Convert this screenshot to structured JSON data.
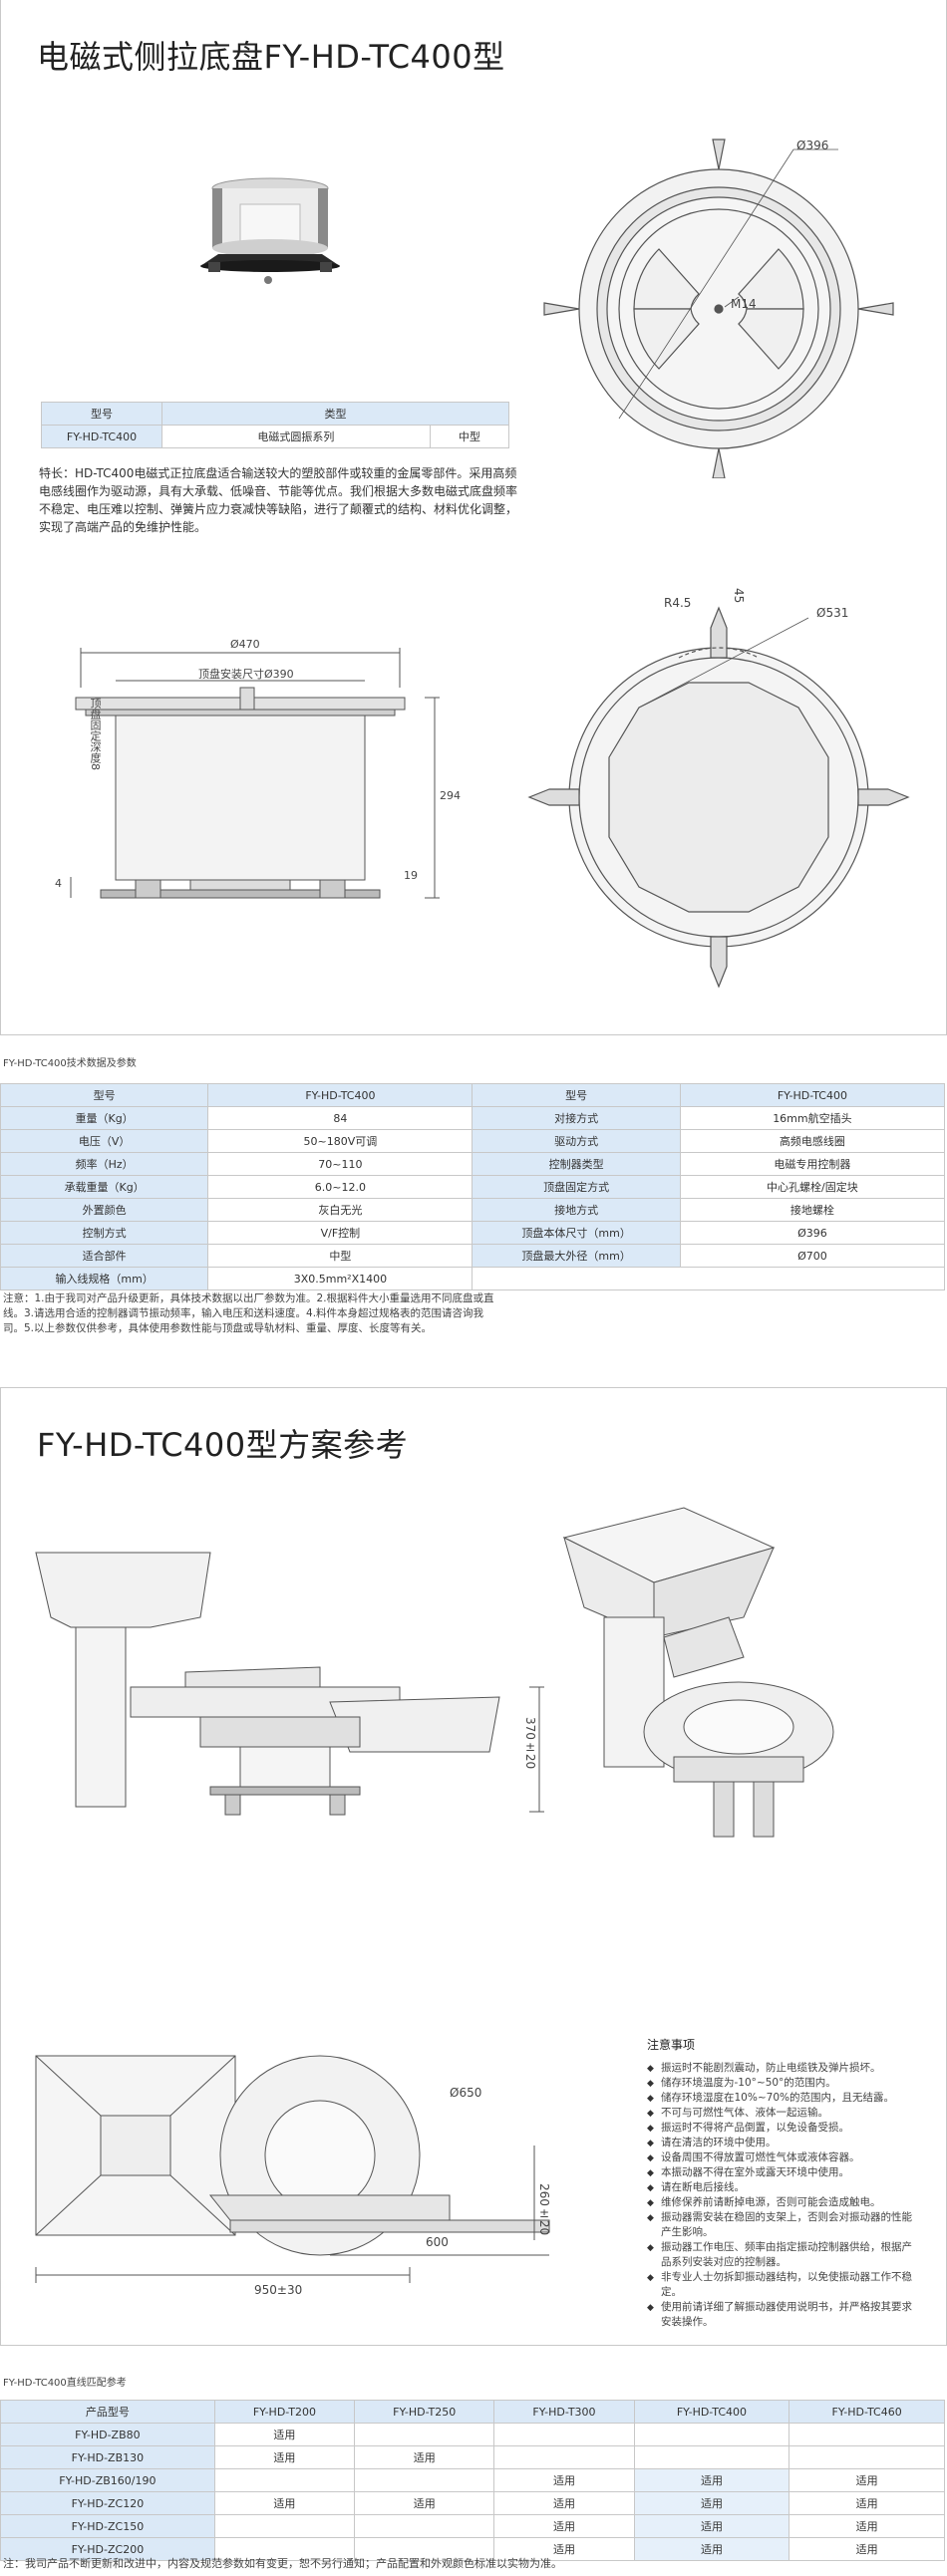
{
  "section1": {
    "title": "电磁式侧拉底盘FY-HD-TC400型",
    "type_table": {
      "headers": [
        "型号",
        "类型"
      ],
      "row": [
        "FY-HD-TC400",
        "电磁式圆振系列",
        "中型"
      ]
    },
    "features": "特长：HD-TC400电磁式正拉底盘适合输送较大的塑胶部件或较重的金属零部件。采用高频电感线圈作为驱动源，具有大承载、低噪音、节能等优点。我们根据大多数电磁式底盘频率不稳定、电压难以控制、弹簧片应力衰减快等缺陷，进行了颠覆式的结构、材料优化调整，实现了高端产品的免维护性能。",
    "dims": {
      "d396": "Ø396",
      "m14": "M14",
      "r45": "R4.5",
      "d45": "45",
      "d531": "Ø531",
      "d470": "Ø470",
      "top_mount": "顶盘安装尺寸Ø390",
      "d294": "294",
      "d19": "19",
      "d4": "4",
      "depth": "顶盘固定深度8"
    }
  },
  "spec": {
    "caption": "FY-HD-TC400技术数据及参数",
    "rows": [
      [
        "型号",
        "FY-HD-TC400",
        "型号",
        "FY-HD-TC400"
      ],
      [
        "重量（Kg）",
        "84",
        "对接方式",
        "16mm航空插头"
      ],
      [
        "电压（V）",
        "50~180V可调",
        "驱动方式",
        "高频电感线圈"
      ],
      [
        "频率（Hz）",
        "70~110",
        "控制器类型",
        "电磁专用控制器"
      ],
      [
        "承载重量（Kg）",
        "6.0~12.0",
        "顶盘固定方式",
        "中心孔螺栓/固定块"
      ],
      [
        "外置颜色",
        "灰白无光",
        "接地方式",
        "接地螺栓"
      ],
      [
        "控制方式",
        "V/F控制",
        "顶盘本体尺寸（mm）",
        "Ø396"
      ],
      [
        "适合部件",
        "中型",
        "顶盘最大外径（mm）",
        "Ø700"
      ],
      [
        "输入线规格（mm）",
        "3X0.5mm²X1400",
        "",
        ""
      ]
    ],
    "note": "注意：1.由于我司对产品升级更新，具体技术数据以出厂参数为准。2.根据料件大小重量选用不同底盘或直线。3.请选用合适的控制器调节振动频率，输入电压和送料速度。4.料件本身超过规格表的范围请咨询我司。5.以上参数仅供参考，具体使用参数性能与顶盘或导轨材料、重量、厚度、长度等有关。"
  },
  "section2": {
    "title": "FY-HD-TC400型方案参考",
    "dims": {
      "h370": "370±20",
      "h260": "260±20",
      "d650": "Ø650",
      "w600": "600",
      "w950": "950±30"
    },
    "notes_title": "注意事项",
    "notes": [
      "振运时不能剧烈震动，防止电缆铁及弹片损坏。",
      "储存环境温度为-10°~50°的范围内。",
      "储存环境湿度在10%~70%的范围内，且无结露。",
      "不可与可燃性气体、液体一起运输。",
      "振运时不得将产品倒置，以免设备受损。",
      "请在清洁的环境中使用。",
      "设备周围不得放置可燃性气体或液体容器。",
      "本振动器不得在室外或露天环境中使用。",
      "请在断电后接线。",
      "维修保养前请断掉电源，否则可能会造成触电。",
      "振动器需安装在稳固的支架上，否则会对振动器的性能产生影响。",
      "振动器工作电压、频率由指定振动控制器供给，根据产品系列安装对应的控制器。",
      "非专业人士勿拆卸振动器结构，以免使振动器工作不稳定。",
      "使用前请详细了解振动器使用说明书，并严格按其要求安装操作。"
    ]
  },
  "match": {
    "caption": "FY-HD-TC400直线匹配参考",
    "headers": [
      "产品型号",
      "FY-HD-T200",
      "FY-HD-T250",
      "FY-HD-T300",
      "FY-HD-TC400",
      "FY-HD-TC460"
    ],
    "rows": [
      [
        "FY-HD-ZB80",
        "适用",
        "",
        "",
        "",
        ""
      ],
      [
        "FY-HD-ZB130",
        "适用",
        "适用",
        "",
        "",
        ""
      ],
      [
        "FY-HD-ZB160/190",
        "",
        "",
        "适用",
        "适用",
        "适用"
      ],
      [
        "FY-HD-ZC120",
        "适用",
        "适用",
        "适用",
        "适用",
        "适用"
      ],
      [
        "FY-HD-ZC150",
        "",
        "",
        "适用",
        "适用",
        "适用"
      ],
      [
        "FY-HD-ZC200",
        "",
        "",
        "适用",
        "适用",
        "适用"
      ]
    ]
  },
  "footer": "注：我司产品不断更新和改进中，内容及规范参数如有变更，恕不另行通知；产品配置和外观颜色标准以实物为准。"
}
